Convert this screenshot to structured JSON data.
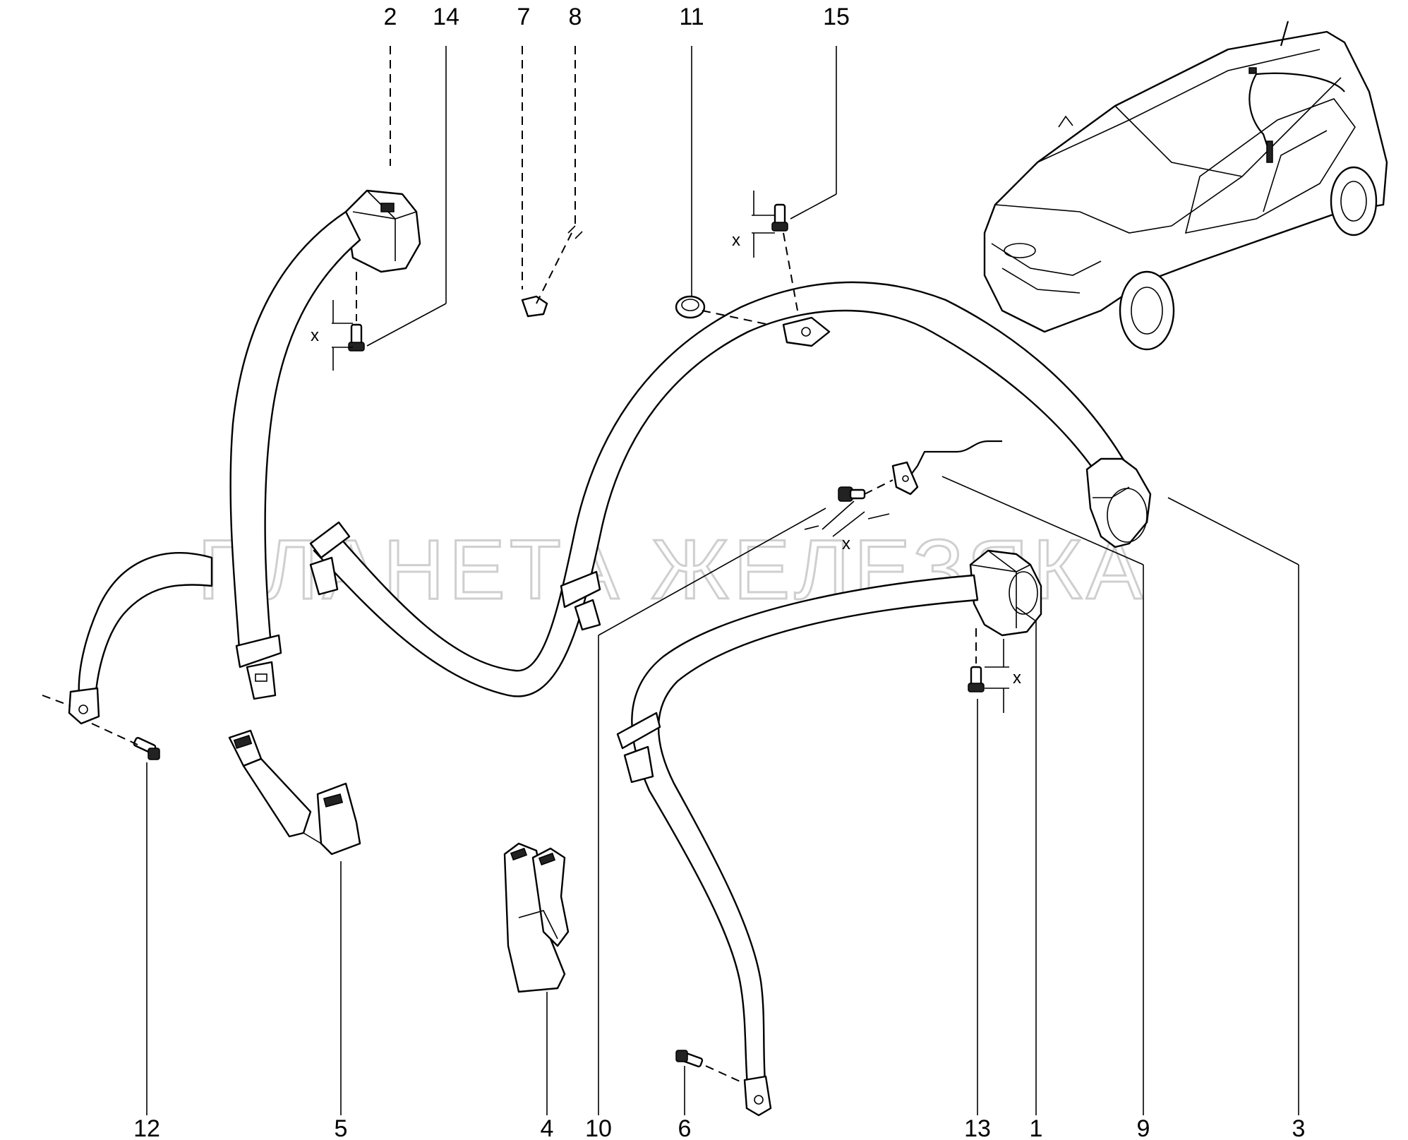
{
  "callouts": {
    "c2": "2",
    "c14": "14",
    "c7": "7",
    "c8": "8",
    "c11": "11",
    "c15": "15",
    "c12": "12",
    "c5": "5",
    "c4": "4",
    "c10": "10",
    "c6": "6",
    "c13": "13",
    "c1": "1",
    "c9": "9",
    "c3": "3"
  },
  "dimensions": {
    "x_label": "x"
  },
  "watermark": "ПЛАНЕТА ЖЕЛЕЗЯКА"
}
